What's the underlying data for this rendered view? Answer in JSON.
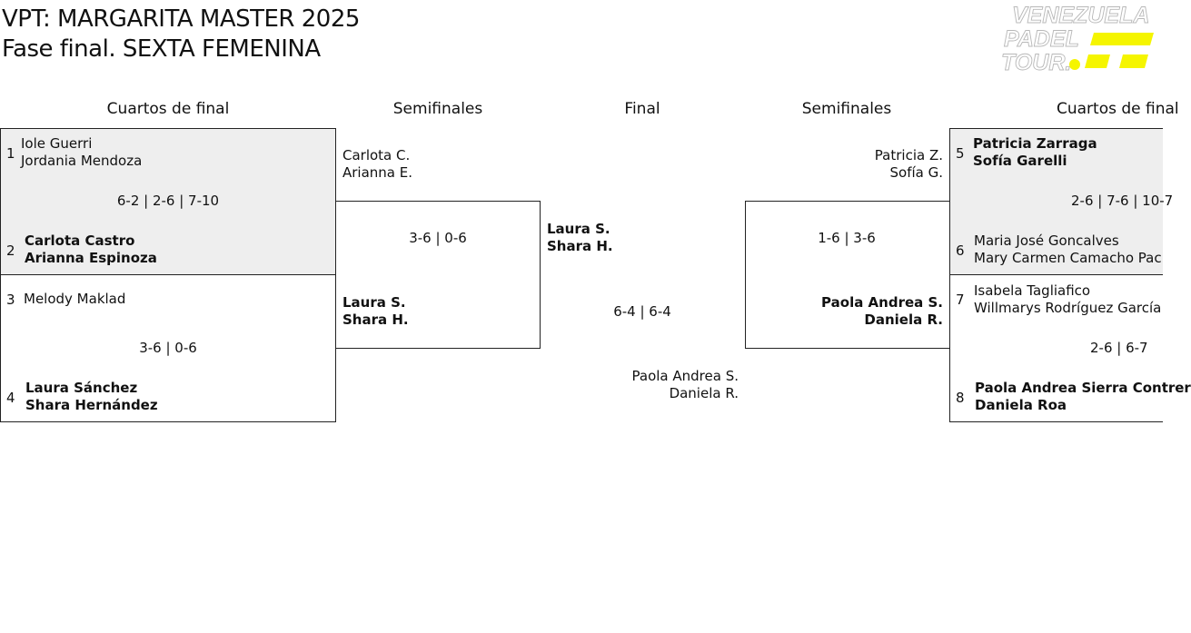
{
  "header": {
    "title_line1": "VPT: MARGARITA MASTER 2025",
    "title_line2": "Fase final. SEXTA FEMENINA",
    "logo_text": [
      "VENEZUELA",
      "PADEL",
      "TOUR."
    ]
  },
  "rounds": {
    "qf_left": "Cuartos de final",
    "sf_left": "Semifinales",
    "final": "Final",
    "sf_right": "Semifinales",
    "qf_right": "Cuartos de final"
  },
  "qf_left": [
    {
      "top": {
        "seed": "1",
        "p1": "Iole Guerri",
        "p2": "Jordania Mendoza"
      },
      "score": "6-2 | 2-6 | 7-10",
      "bottom": {
        "seed": "2",
        "p1": "Carlota Castro",
        "p2": "Arianna Espinoza"
      }
    },
    {
      "top": {
        "seed": "3",
        "p1": "Melody Maklad"
      },
      "score": "3-6 | 0-6",
      "bottom": {
        "seed": "4",
        "p1": "Laura Sánchez",
        "p2": "Shara Hernández"
      }
    }
  ],
  "sf_left": {
    "top": {
      "p1": "Carlota C.",
      "p2": "Arianna E."
    },
    "score": "3-6 | 0-6",
    "bottom": {
      "p1": "Laura S.",
      "p2": "Shara H."
    }
  },
  "final": {
    "top": {
      "p1": "Laura S.",
      "p2": "Shara H."
    },
    "score": "6-4 | 6-4",
    "bottom": {
      "p1": "Paola Andrea S.",
      "p2": "Daniela R."
    }
  },
  "sf_right": {
    "top": {
      "p1": "Patricia Z.",
      "p2": "Sofía G."
    },
    "score": "1-6 | 3-6",
    "bottom": {
      "p1": "Paola Andrea S.",
      "p2": "Daniela R."
    }
  },
  "qf_right": [
    {
      "top": {
        "seed": "5",
        "p1": "Patricia Zarraga",
        "p2": "Sofía Garelli"
      },
      "score": "2-6 | 7-6 | 10-7",
      "bottom": {
        "seed": "6",
        "p1": "Maria José Goncalves",
        "p2": "Mary Carmen Camacho Pac"
      }
    },
    {
      "top": {
        "seed": "7",
        "p1": "Isabela Tagliafico",
        "p2": "Willmarys Rodríguez García"
      },
      "score": "2-6 | 6-7",
      "bottom": {
        "seed": "8",
        "p1": "Paola Andrea Sierra Contrer",
        "p2": "Daniela Roa"
      }
    }
  ],
  "colors": {
    "accent": "#f5f500",
    "panel": "#eeeeee",
    "border": "#222222"
  }
}
